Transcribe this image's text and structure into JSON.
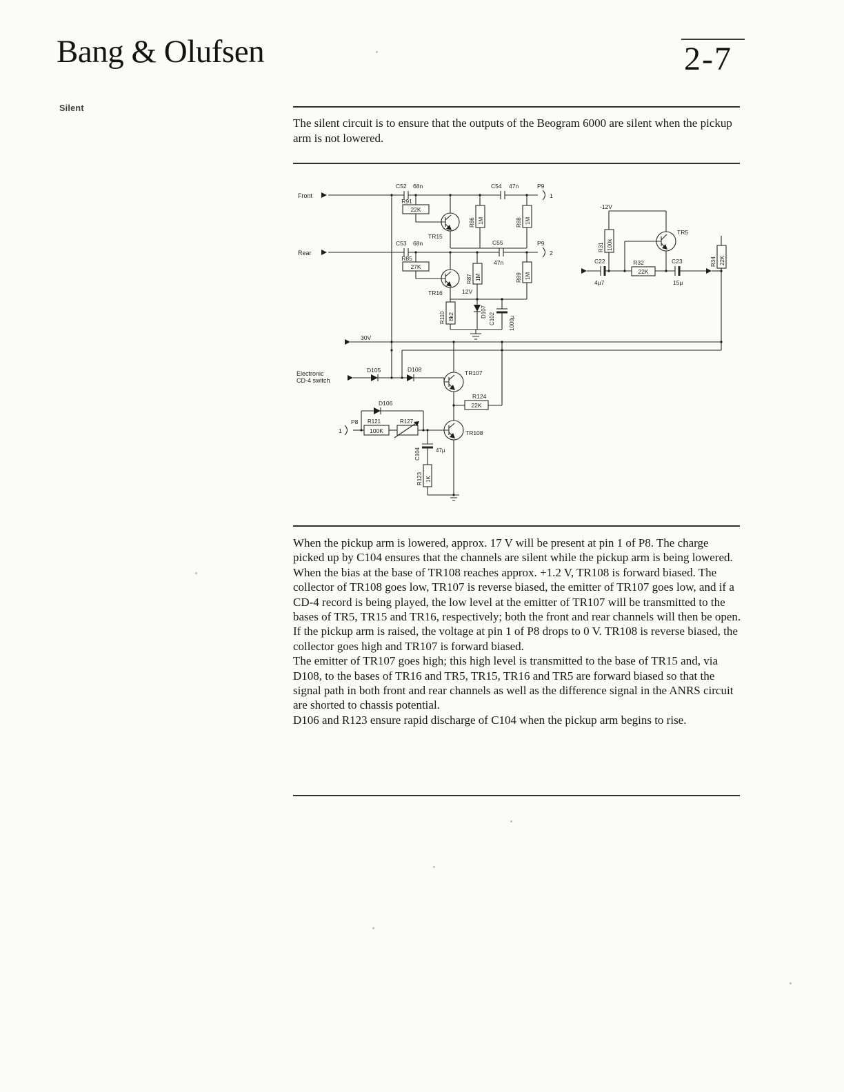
{
  "page": {
    "brand": "Bang & Olufsen",
    "page_number": "2-7",
    "margin_label": "Silent"
  },
  "intro": "The silent circuit is to ensure that the outputs of the Beogram 6000 are silent when the pickup arm is not lowered.",
  "schematic": {
    "labels": {
      "front": "Front",
      "rear": "Rear",
      "c52": "C52",
      "c52_val": "68n",
      "c54": "C54",
      "c54_val": "47n",
      "p9_top": "P9",
      "p9_top_pin": "1",
      "r91": "R91",
      "r91_val": "22K",
      "tr15": "TR15",
      "r86": "R86",
      "r86_val": "1M",
      "r88": "R88",
      "r88_val": "1M",
      "c53": "C53",
      "c53_val": "68n",
      "c55": "C55",
      "c55_val": "47n",
      "p9_mid": "P9",
      "p9_mid_pin": "2",
      "r85": "R85",
      "r85_val": "27K",
      "tr16": "TR16",
      "r87": "R87",
      "r87_val": "1M",
      "r89": "R89",
      "r89_val": "1M",
      "v12": "12V",
      "r110": "R110",
      "r110_val": "8k2",
      "d107": "D107",
      "c102": "C102",
      "c102_val": "1000µ",
      "v30": "30V",
      "neg12v": "-12V",
      "r31": "R31",
      "r31_val": "100k",
      "tr5": "TR5",
      "c22": "C22",
      "c22_val": "4µ7",
      "r32": "R32",
      "r32_val": "22K",
      "c23": "C23",
      "c23_val": "15µ",
      "r34": "R34",
      "r34_val": "22K",
      "electronic_line1": "Electronic",
      "electronic_line2": "CD-4 switch",
      "d105": "D105",
      "d108": "D108",
      "tr107": "TR107",
      "r124": "R124",
      "r124_val": "22K",
      "d106": "D106",
      "r121": "R121",
      "r121_val": "100K",
      "r127": "R127",
      "p8_pin": "1",
      "p8": "P8",
      "tr108": "TR108",
      "c104": "C104",
      "c104_val": "47µ",
      "r123": "R123",
      "r123_val": "1K"
    }
  },
  "content": {
    "paragraphs": [
      "When the pickup arm is lowered, approx. 17 V will be present at pin 1 of P8. The charge picked up by C104 ensures that the channels are silent while the pickup arm is being lowered. When the bias at the base of TR108 reaches approx. +1.2 V, TR108 is forward biased. The collector of TR108 goes low, TR107 is reverse biased, the emitter of TR107 goes low, and if a CD-4 record is being played, the low level at the emitter of TR107 will be transmitted to the bases of TR5, TR15 and TR16, respectively; both the front and rear channels will then be open.",
      "If the pickup arm is raised, the voltage at pin 1 of P8 drops to 0 V. TR108 is reverse biased, the collector goes high and TR107 is forward biased.",
      "The emitter of TR107 goes high; this high level is transmitted to the base of TR15 and, via D108, to the bases of TR16 and TR5, TR15, TR16 and TR5 are forward biased so that the signal path in both front and rear channels as well as the difference signal in the ANRS circuit are shorted to chassis potential.",
      "D106 and R123 ensure rapid discharge of C104 when the pickup arm begins to rise."
    ]
  }
}
